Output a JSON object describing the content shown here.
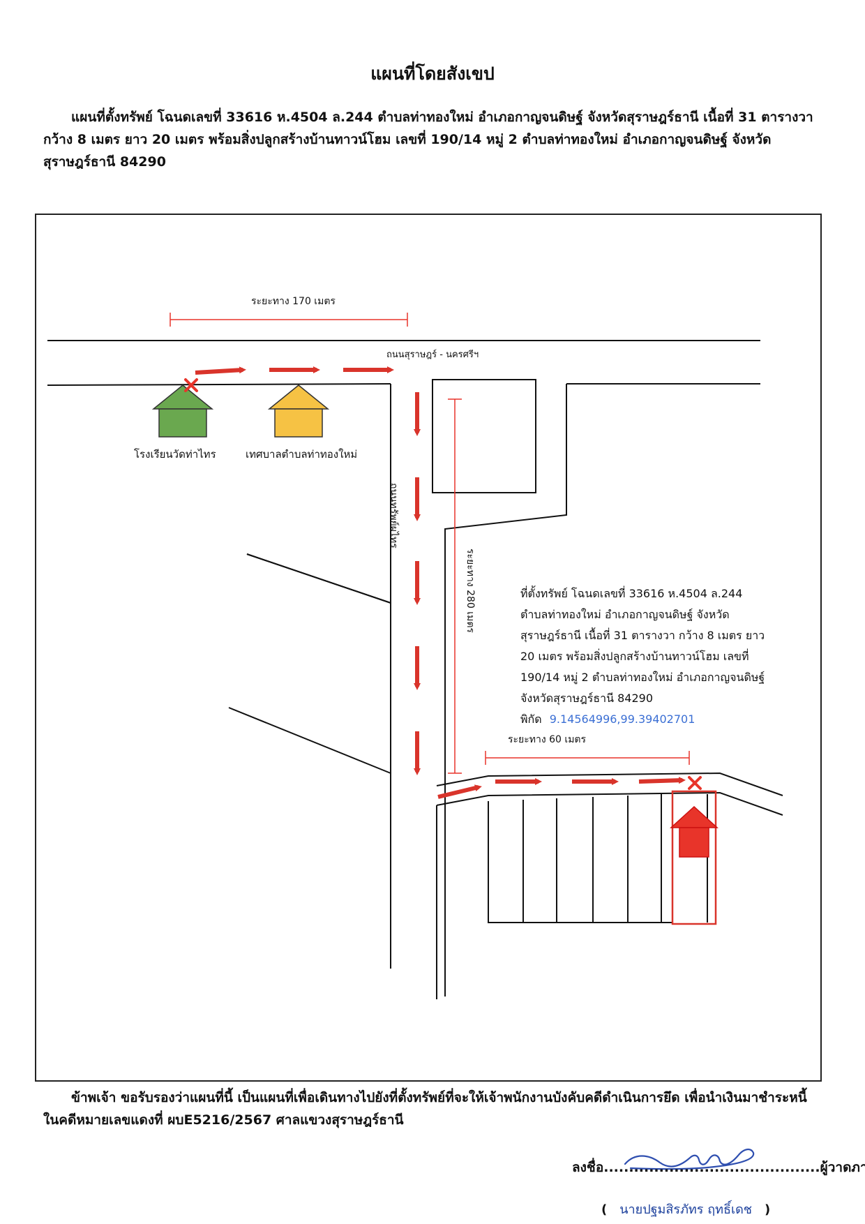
{
  "title": "แผนที่โดยสังเขป",
  "intro": "แผนที่ตั้งทรัพย์  โฉนดเลขที่ 33616 ห.4504 ล.244 ตำบลท่าทองใหม่ อำเภอกาญจนดิษฐ์ จังหวัดสุราษฎร์ธานี เนื้อที่ 31 ตารางวา กว้าง 8 เมตร ยาว 20 เมตร  พร้อมสิ่งปลูกสร้างบ้านทาวน์โฮม เลขที่ 190/14 หมู่ 2 ตำบลท่าทองใหม่ อำเภอกาญจนดิษฐ์ จังหวัดสุราษฎร์ธานี 84290",
  "map": {
    "distance_top": "ระยะทาง 170 เมตร",
    "road_main": "ถนนสุราษฎร์ - นครศรีฯ",
    "road_side": "ถนนทรัพย์ผไทร",
    "distance_vertical": "ระยะทาง 280 เมตร",
    "distance_bottom": "ระยะทาง 60 เมตร",
    "landmark_school": "โรงเรียนวัดท่าไทร",
    "landmark_municipality": "เทศบาลตำบลท่าทองใหม่",
    "landmark_school_color": "#6aa84f",
    "landmark_municipality_color": "#f6c244",
    "property_color": "#e8342a",
    "route_color": "#d9342b",
    "property_lines": [
      "ที่ตั้งทรัพย์  โฉนดเลขที่ 33616 ห.4504 ล.244",
      "ตำบลท่าทองใหม่ อำเภอกาญจนดิษฐ์ จังหวัด",
      "สุราษฎร์ธานี เนื้อที่ 31 ตารางวา กว้าง 8 เมตร ยาว",
      "20 เมตร  พร้อมสิ่งปลูกสร้างบ้านทาวน์โฮม เลขที่",
      "190/14 หมู่ 2 ตำบลท่าทองใหม่ อำเภอกาญจนดิษฐ์",
      "จังหวัดสุราษฎร์ธานี 84290"
    ],
    "coord_label": "พิกัด",
    "coordinates": "9.14564996,99.39402701"
  },
  "certification": "ข้าพเจ้า ขอรับรองว่าแผนที่นี้ เป็นแผนที่เพื่อเดินทางไปยังที่ตั้งทรัพย์ที่จะให้เจ้าพนักงานบังคับคดีดำเนินการยึด เพื่อนำเงินมาชำระหนี้ ในคดีหมายเลขแดงที่ ผบE5216/2567 ศาลแขวงสุราษฎร์ธานี",
  "signature": {
    "prefix": "ลงชื่อ",
    "dots": "...........................................",
    "role": "ผู้วาดภาพ",
    "open_paren": "(",
    "name": "นายปฐมสิรภัทร ฤทธิ์เดช",
    "close_paren": ")"
  }
}
